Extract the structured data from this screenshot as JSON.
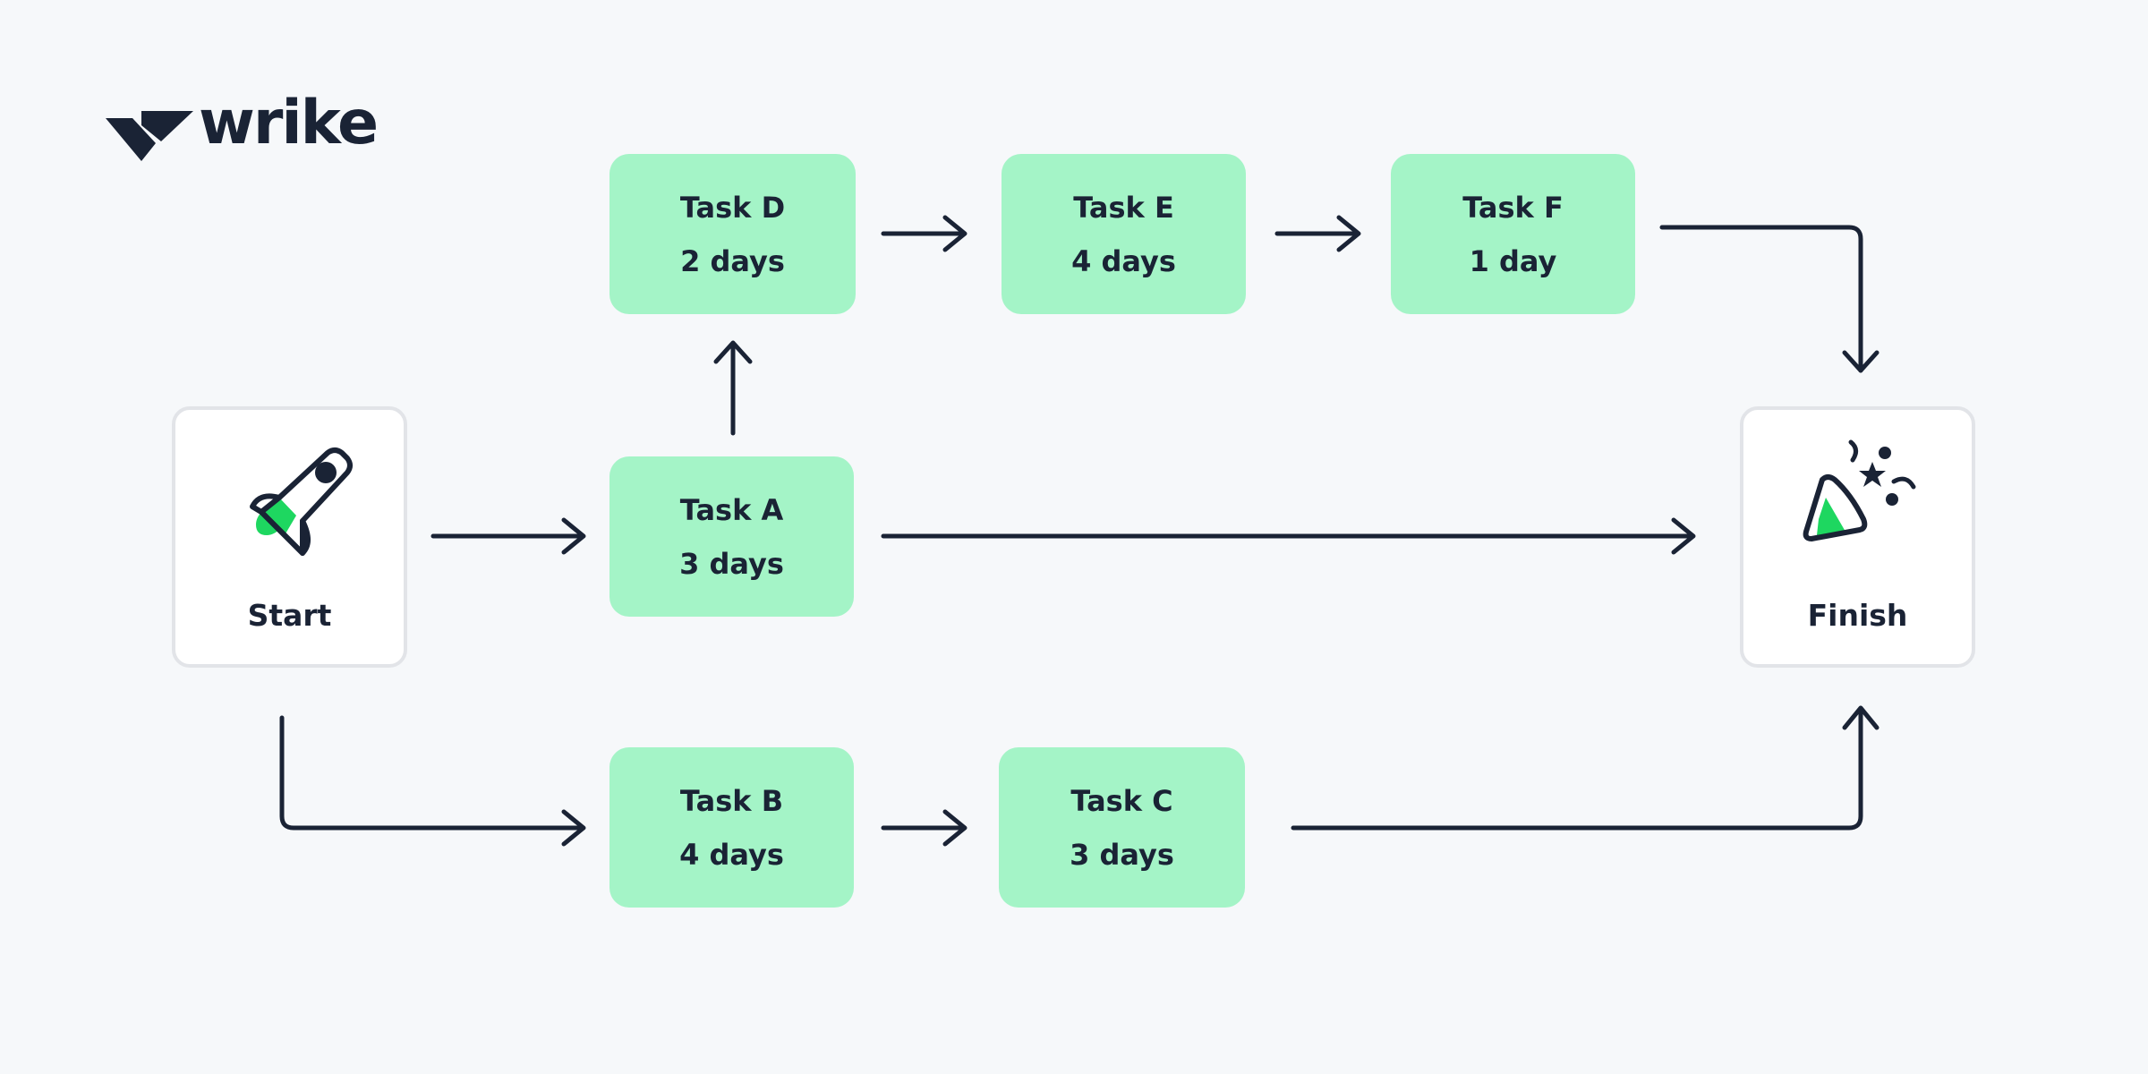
{
  "brand": {
    "name": "wrike"
  },
  "start": {
    "label": "Start",
    "icon": "rocket-icon"
  },
  "finish": {
    "label": "Finish",
    "icon": "party-popper-icon"
  },
  "tasks": {
    "a": {
      "name": "Task A",
      "duration": "3 days"
    },
    "b": {
      "name": "Task B",
      "duration": "4 days"
    },
    "c": {
      "name": "Task C",
      "duration": "3 days"
    },
    "d": {
      "name": "Task D",
      "duration": "2 days"
    },
    "e": {
      "name": "Task E",
      "duration": "4 days"
    },
    "f": {
      "name": "Task F",
      "duration": "1 day"
    }
  },
  "colors": {
    "task_fill": "#a4f4c7",
    "accent_green": "#1ed760",
    "ink": "#1a2335",
    "background": "#f6f8fa",
    "node_border": "#e2e4e8"
  }
}
